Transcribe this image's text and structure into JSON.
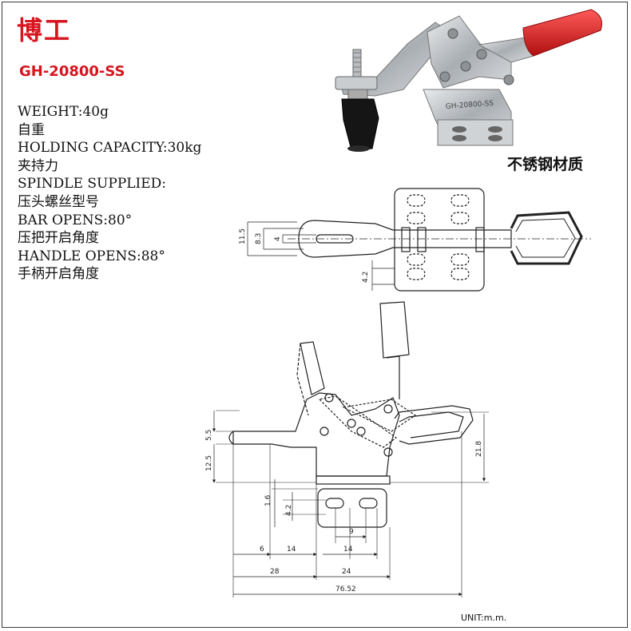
{
  "brand": "博工",
  "model": "GH-20800-SS",
  "specs": [
    "WEIGHT:40g",
    "自重",
    "HOLDING CAPACITY:30kg",
    "夹持力",
    "SPINDLE SUPPLIED:",
    "压头螺丝型号",
    "BAR OPENS:80°",
    "压把开启角度",
    "HANDLE OPENS:88°",
    "手柄开启角度"
  ],
  "material": "不锈钢材质",
  "photo_label": "GH-20800-SS",
  "top_view_dims": {
    "d1": "11.5",
    "d2": "8.3",
    "d3": "4",
    "d4": "4.2"
  },
  "side_view_dims": {
    "h1": "5.5",
    "h2": "12.5",
    "h3": "21.8",
    "h4": "1.6",
    "h5": "4.2",
    "w_9": "9",
    "w_6": "6",
    "w_14a": "14",
    "w_14b": "14",
    "w_28": "28",
    "w_24": "24",
    "w_total": "76.52"
  },
  "unit": "UNIT:m.m.",
  "colors": {
    "brand": "#d8141e",
    "handle_grip": "#d42020",
    "steel": "#b8bcc0"
  }
}
